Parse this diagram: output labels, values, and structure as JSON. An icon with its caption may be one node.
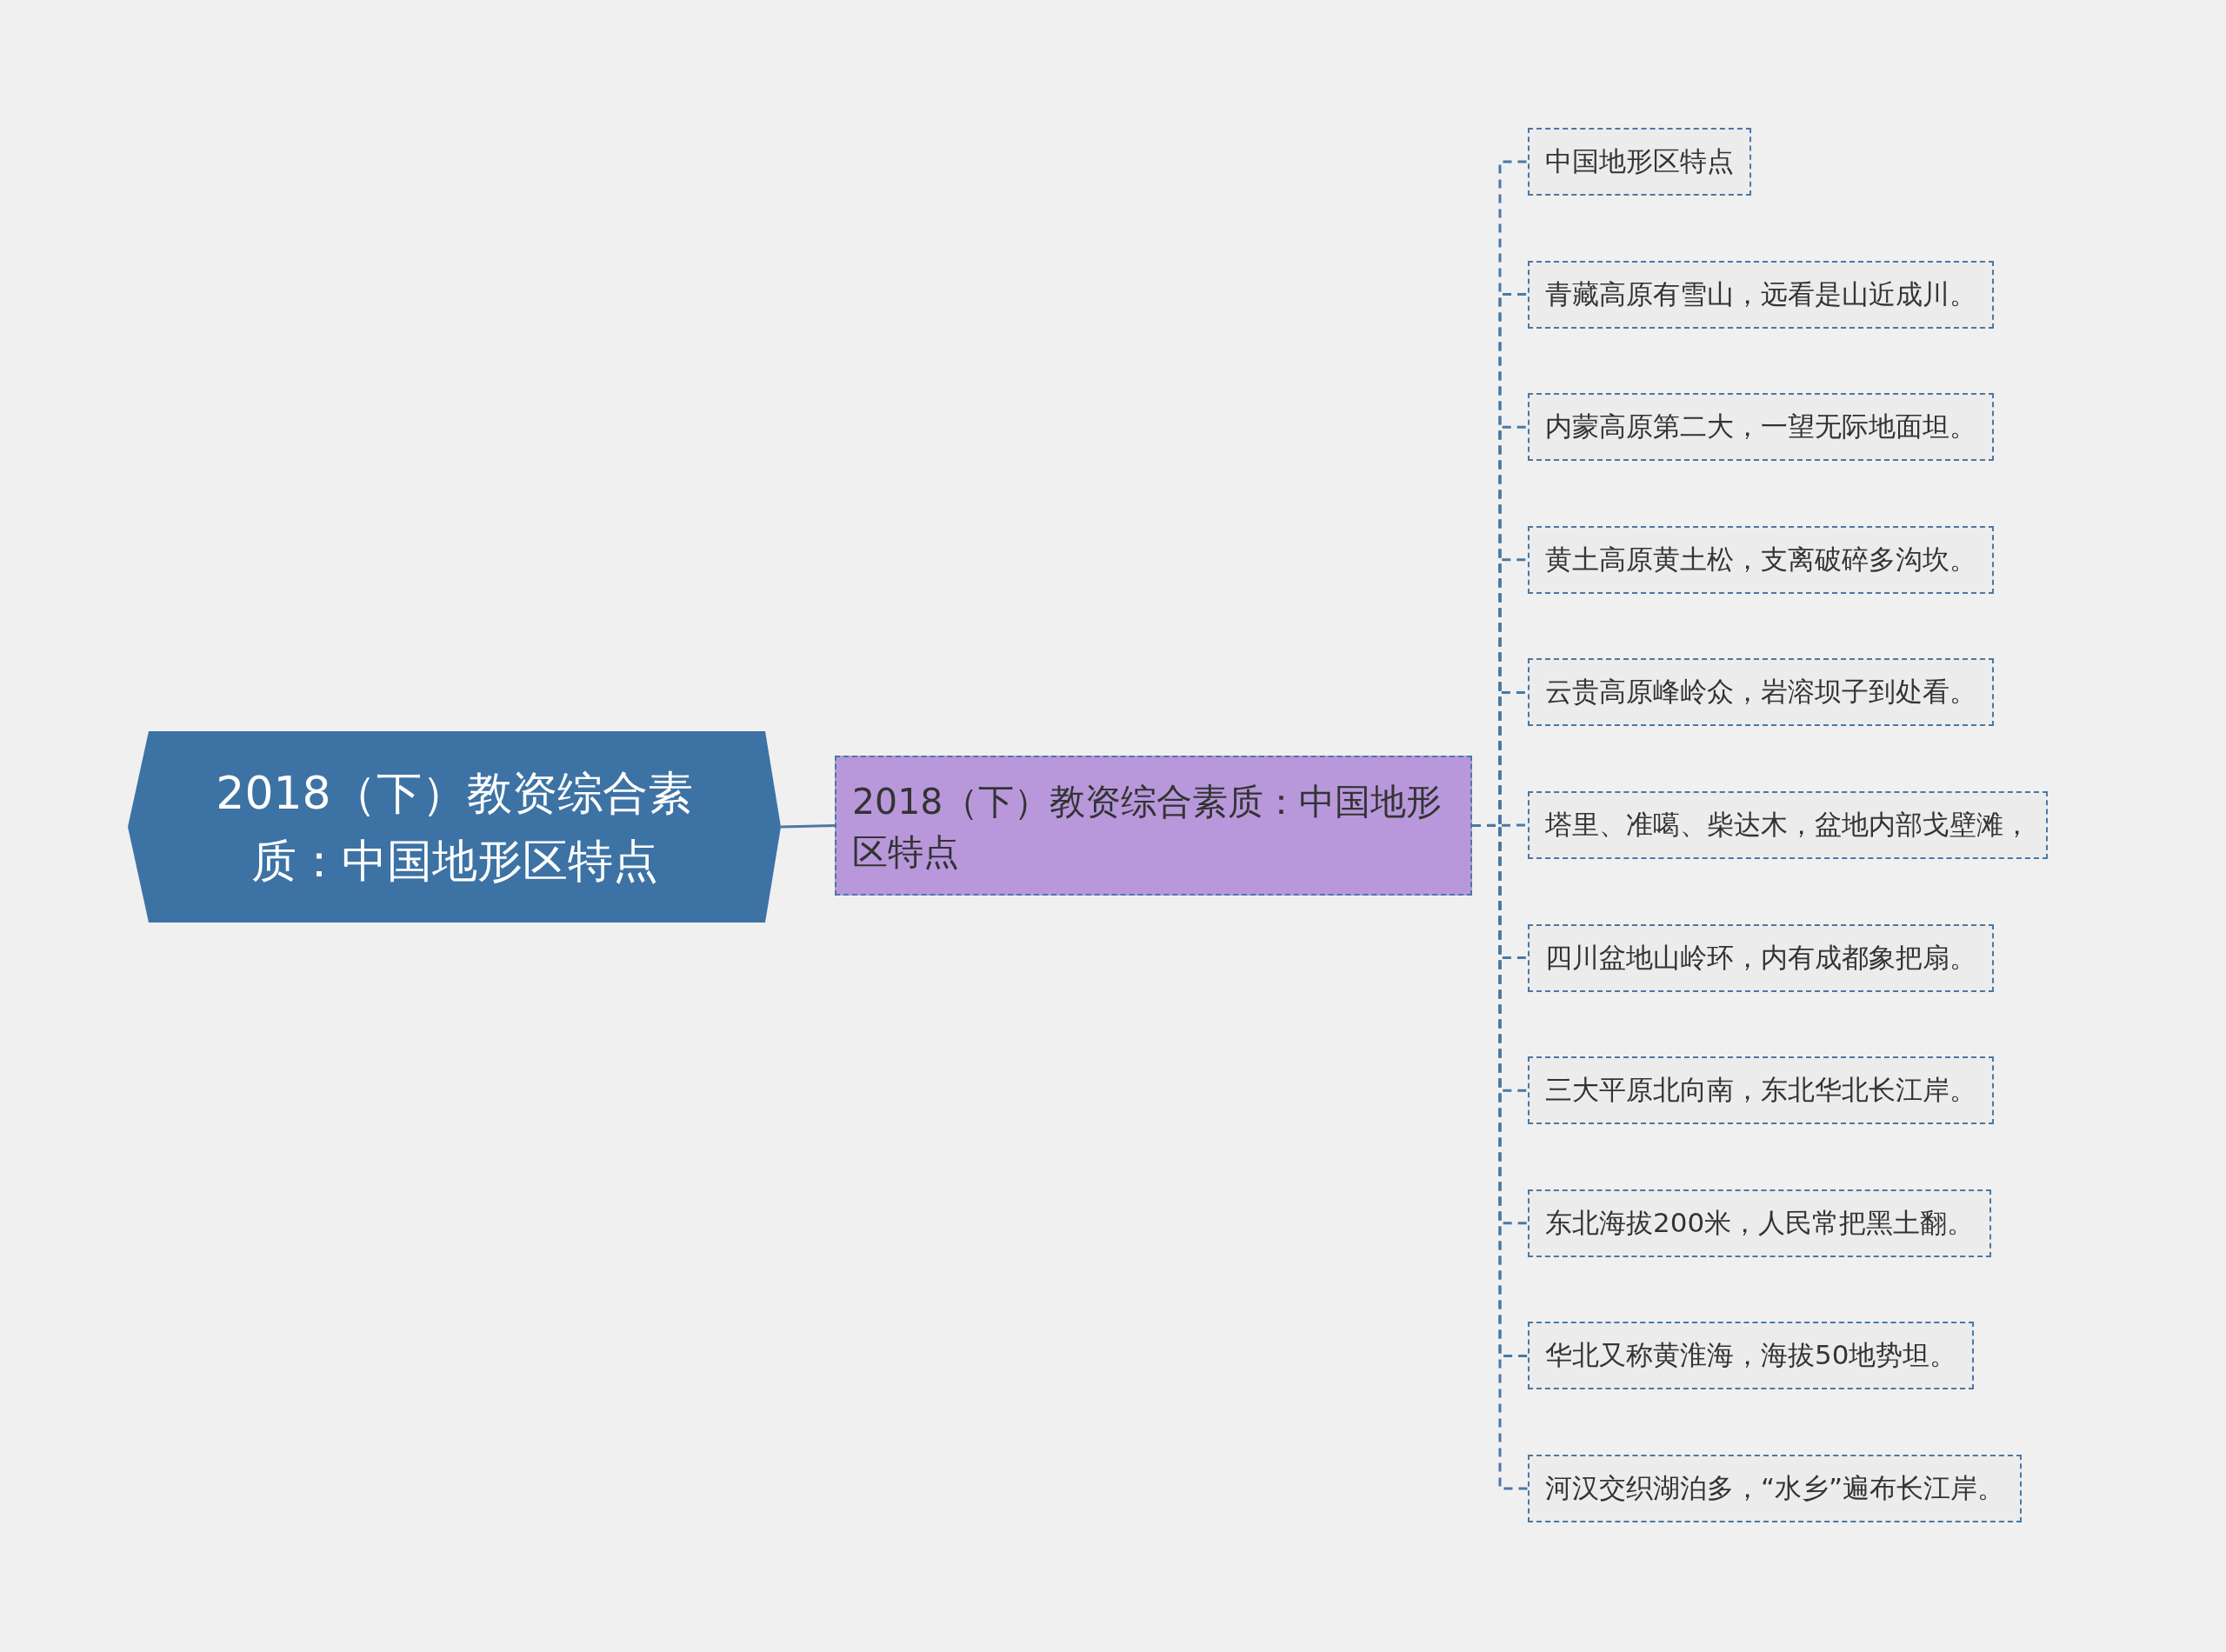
{
  "diagram": {
    "nodes": [
      {
        "text": [
          "2018（下）教资综合素质：中国地形区特点"
        ]
      },
      {
        "text": [
          "2018（下）教资综合素质：中国地形区特点"
        ]
      },
      {
        "text": [
          "中国地形区特点"
        ]
      },
      {
        "text": [
          "青藏高原有雪山，远看是山近成川。"
        ]
      },
      {
        "text": [
          "内蒙高原第二大，一望无际地面坦。"
        ]
      },
      {
        "text": [
          "黄土高原黄土松，支离破碎多沟坎。"
        ]
      },
      {
        "text": [
          "云贵高原峰岭众，岩溶坝子到处看。"
        ]
      },
      {
        "text": [
          "塔里、准噶、柴达木，盆地内部戈壁滩，"
        ]
      },
      {
        "text": [
          "四川盆地山岭环，内有成都象把扇。"
        ]
      },
      {
        "text": [
          "三大平原北向南，东北华北长江岸。"
        ]
      },
      {
        "text": [
          "东北海拔200米，人民常把黑土翻。"
        ]
      },
      {
        "text": [
          "华北又称黄淮海，海拔50地势坦。"
        ]
      },
      {
        "text": [
          "河汉交织湖泊多，“水乡”遍布长江岸。"
        ]
      }
    ],
    "edges": [
      {
        "from": 0,
        "to": 1,
        "arrow": "none"
      },
      {
        "from": 1,
        "to": 2,
        "arrow": "none",
        "style": "dashed"
      },
      {
        "from": 1,
        "to": 3,
        "arrow": "none",
        "style": "dashed"
      },
      {
        "from": 1,
        "to": 4,
        "arrow": "none",
        "style": "dashed"
      },
      {
        "from": 1,
        "to": 5,
        "arrow": "none",
        "style": "dashed"
      },
      {
        "from": 1,
        "to": 6,
        "arrow": "none",
        "style": "dashed"
      },
      {
        "from": 1,
        "to": 7,
        "arrow": "none",
        "style": "dashed"
      },
      {
        "from": 1,
        "to": 8,
        "arrow": "none",
        "style": "dashed"
      },
      {
        "from": 1,
        "to": 9,
        "arrow": "none",
        "style": "dashed"
      },
      {
        "from": 1,
        "to": 10,
        "arrow": "none",
        "style": "dashed"
      },
      {
        "from": 1,
        "to": 11,
        "arrow": "none",
        "style": "dashed"
      },
      {
        "from": 1,
        "to": 12,
        "arrow": "none",
        "style": "dashed"
      }
    ]
  }
}
